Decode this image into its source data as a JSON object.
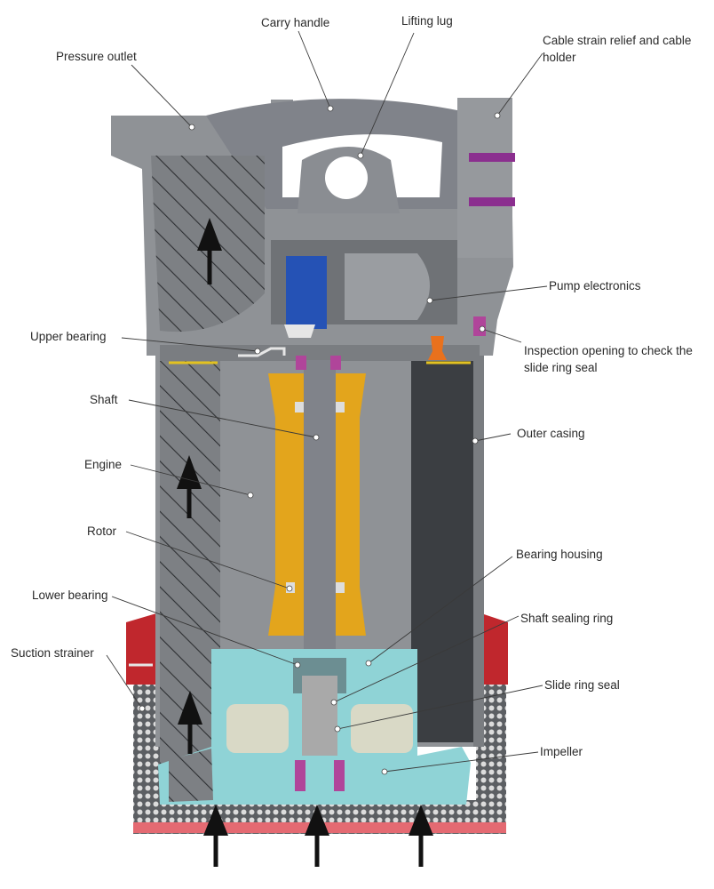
{
  "labels": {
    "carry_handle": "Carry handle",
    "lifting_lug": "Lifting lug",
    "pressure_outlet": "Pressure outlet",
    "cable_strain_relief": "Cable strain relief and cable holder",
    "pump_electronics": "Pump electronics",
    "upper_bearing": "Upper bearing",
    "inspection_opening": "Inspection opening to check the slide ring seal",
    "shaft": "Shaft",
    "outer_casing": "Outer casing",
    "engine": "Engine",
    "rotor": "Rotor",
    "bearing_housing": "Bearing housing",
    "lower_bearing": "Lower bearing",
    "shaft_sealing_ring": "Shaft sealing ring",
    "suction_strainer": "Suction strainer",
    "slide_ring_seal": "Slide ring seal",
    "impeller": "Impeller"
  },
  "colors": {
    "housing_grey": "#8f9296",
    "housing_dark": "#6f7276",
    "rotor_yellow": "#e3a51c",
    "bearing_cyan": "#8fd3d6",
    "seal_magenta": "#b0459a",
    "electronics_blue": "#2552b5",
    "strainer_red": "#c0272d",
    "inlet_pink": "#e46a72"
  }
}
